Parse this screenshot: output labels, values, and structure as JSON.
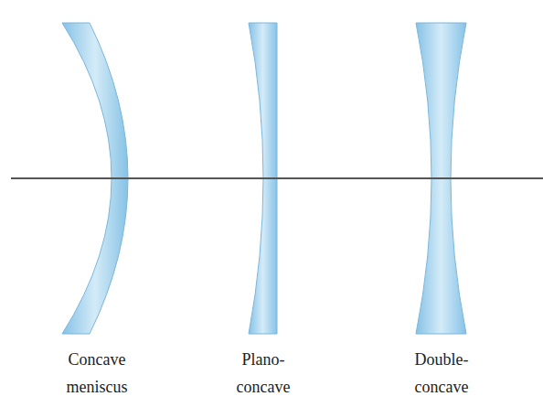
{
  "diagram": {
    "labels": [
      "Concave meniscus",
      "Plano- concave",
      "Double- concave"
    ]
  }
}
